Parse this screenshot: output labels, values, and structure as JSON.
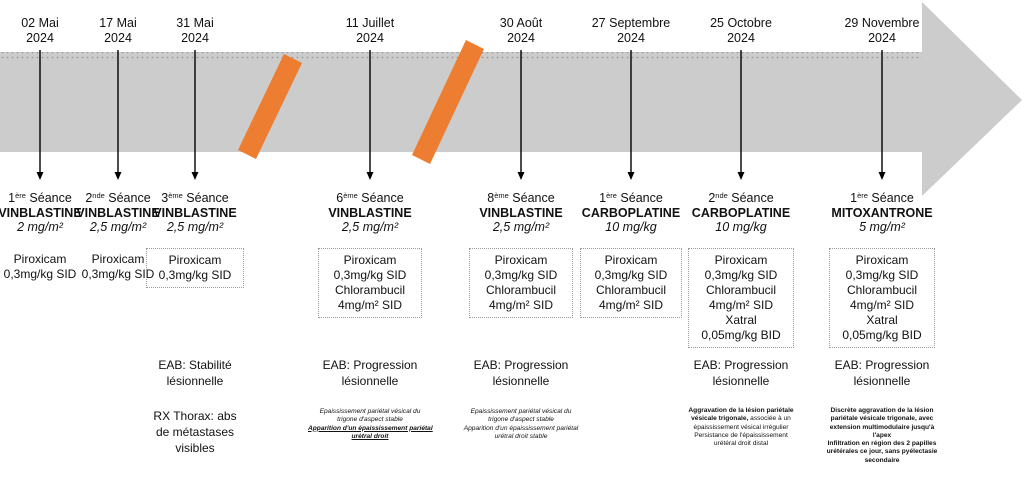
{
  "colors": {
    "arrow_fill": "#cccccc",
    "arrow_dot": "#9b9b9b",
    "break_mark": "#ed7d31",
    "connector": "#000000"
  },
  "events": [
    {
      "date": [
        "02 Mai",
        "2024"
      ],
      "seance_num": "1",
      "seance_sup": "ère",
      "seance_word": " Séance",
      "drug": "VINBLASTINE",
      "dose": "2 mg/m²",
      "meds": [
        "Piroxicam",
        "0,3mg/kg SID"
      ],
      "boxed": false,
      "eab": [],
      "rx": [],
      "note": []
    },
    {
      "date": [
        "17 Mai",
        "2024"
      ],
      "seance_num": "2",
      "seance_sup": "nde",
      "seance_word": " Séance",
      "drug": "VINBLASTINE",
      "dose": "2,5 mg/m²",
      "meds": [
        "Piroxicam",
        "0,3mg/kg SID"
      ],
      "boxed": false,
      "eab": [],
      "rx": [],
      "note": []
    },
    {
      "date": [
        "31 Mai",
        "2024"
      ],
      "seance_num": "3",
      "seance_sup": "ème",
      "seance_word": " Séance",
      "drug": "VINBLASTINE",
      "dose": "2,5 mg/m²",
      "meds": [
        "Piroxicam",
        "0,3mg/kg SID"
      ],
      "boxed": true,
      "eab": [
        "EAB: Stabilité",
        "lésionnelle"
      ],
      "rx": [
        "RX Thorax: abs",
        "de métastases",
        "visibles"
      ],
      "note": []
    },
    {
      "date": [
        "11 Juillet",
        "2024"
      ],
      "seance_num": "6",
      "seance_sup": "ème",
      "seance_word": " Séance",
      "drug": "VINBLASTINE",
      "dose": "2,5 mg/m²",
      "meds": [
        "Piroxicam",
        "0,3mg/kg SID",
        "Chlorambucil",
        "4mg/m² SID"
      ],
      "boxed": true,
      "eab": [
        "EAB: Progression",
        "lésionnelle"
      ],
      "rx": [],
      "note_style": "italic",
      "note": [
        {
          "t": "Epaississement pariétal vésical du",
          "s": ""
        },
        {
          "t": "trigone d'aspect stable",
          "s": ""
        },
        {
          "t": "Apparition d'un épaississement pariétal",
          "s": "bu"
        },
        {
          "t": "urétral droit",
          "s": "bu"
        }
      ]
    },
    {
      "date": [
        "30 Août",
        "2024"
      ],
      "seance_num": "8",
      "seance_sup": "ème",
      "seance_word": " Séance",
      "drug": "VINBLASTINE",
      "dose": "2,5 mg/m²",
      "meds": [
        "Piroxicam",
        "0,3mg/kg SID",
        "Chlorambucil",
        "4mg/m² SID"
      ],
      "boxed": true,
      "eab": [
        "EAB: Progression",
        "lésionnelle"
      ],
      "rx": [],
      "note_style": "italic",
      "note": [
        {
          "t": "Epaississement pariétal vésical du",
          "s": ""
        },
        {
          "t": "trigone d'aspect stable",
          "s": ""
        },
        {
          "t": "Apparition d'un épaississement pariétal",
          "s": ""
        },
        {
          "t": "urétral droit stable",
          "s": ""
        }
      ]
    },
    {
      "date": [
        "27 Septembre",
        "2024"
      ],
      "seance_num": "1",
      "seance_sup": "ère",
      "seance_word": " Séance",
      "drug": "CARBOPLATINE",
      "dose": "10 mg/kg",
      "meds": [
        "Piroxicam",
        "0,3mg/kg SID",
        "Chlorambucil",
        "4mg/m² SID"
      ],
      "boxed": true,
      "eab": [],
      "rx": [],
      "note": []
    },
    {
      "date": [
        "25 Octobre",
        "2024"
      ],
      "seance_num": "2",
      "seance_sup": "nde",
      "seance_word": " Séance",
      "drug": "CARBOPLATINE",
      "dose": "10 mg/kg",
      "meds": [
        "Piroxicam",
        "0,3mg/kg SID",
        "Chlorambucil",
        "4mg/m² SID",
        "Xatral",
        "0,05mg/kg BID"
      ],
      "boxed": true,
      "eab": [
        "EAB: Progression",
        "lésionnelle"
      ],
      "rx": [],
      "note_style": "normal",
      "note": [
        {
          "t": "Aggravation de la lésion pariétale",
          "s": "b"
        },
        {
          "t": "vésicale trigonale, associée à un",
          "s": "mix"
        },
        {
          "t": "épaississement vésical irrégulier",
          "s": ""
        },
        {
          "t": "Persistance de l'épaississement",
          "s": ""
        },
        {
          "t": "urétéral droit distal",
          "s": ""
        }
      ]
    },
    {
      "date": [
        "29 Novembre",
        "2024"
      ],
      "seance_num": "1",
      "seance_sup": "ère",
      "seance_word": " Séance",
      "drug": "MITOXANTRONE",
      "dose": "5 mg/m²",
      "meds": [
        "Piroxicam",
        "0,3mg/kg SID",
        "Chlorambucil",
        "4mg/m² SID",
        "Xatral",
        "0,05mg/kg BID"
      ],
      "boxed": true,
      "eab": [
        "EAB: Progression",
        "lésionnelle"
      ],
      "rx": [],
      "note_style": "bold",
      "note": [
        {
          "t": "Discrète aggravation de la lésion",
          "s": "b"
        },
        {
          "t": "pariétale vésicale trigonale, avec",
          "s": "b"
        },
        {
          "t": "extension multimodulaire jusqu'à",
          "s": "b"
        },
        {
          "t": "l'apex",
          "s": "b"
        },
        {
          "t": "Infiltration en région des 2 papilles",
          "s": "b"
        },
        {
          "t": "urétérales ce jour, sans pyélectasie",
          "s": "b"
        },
        {
          "t": "secondaire",
          "s": "b"
        }
      ]
    }
  ]
}
